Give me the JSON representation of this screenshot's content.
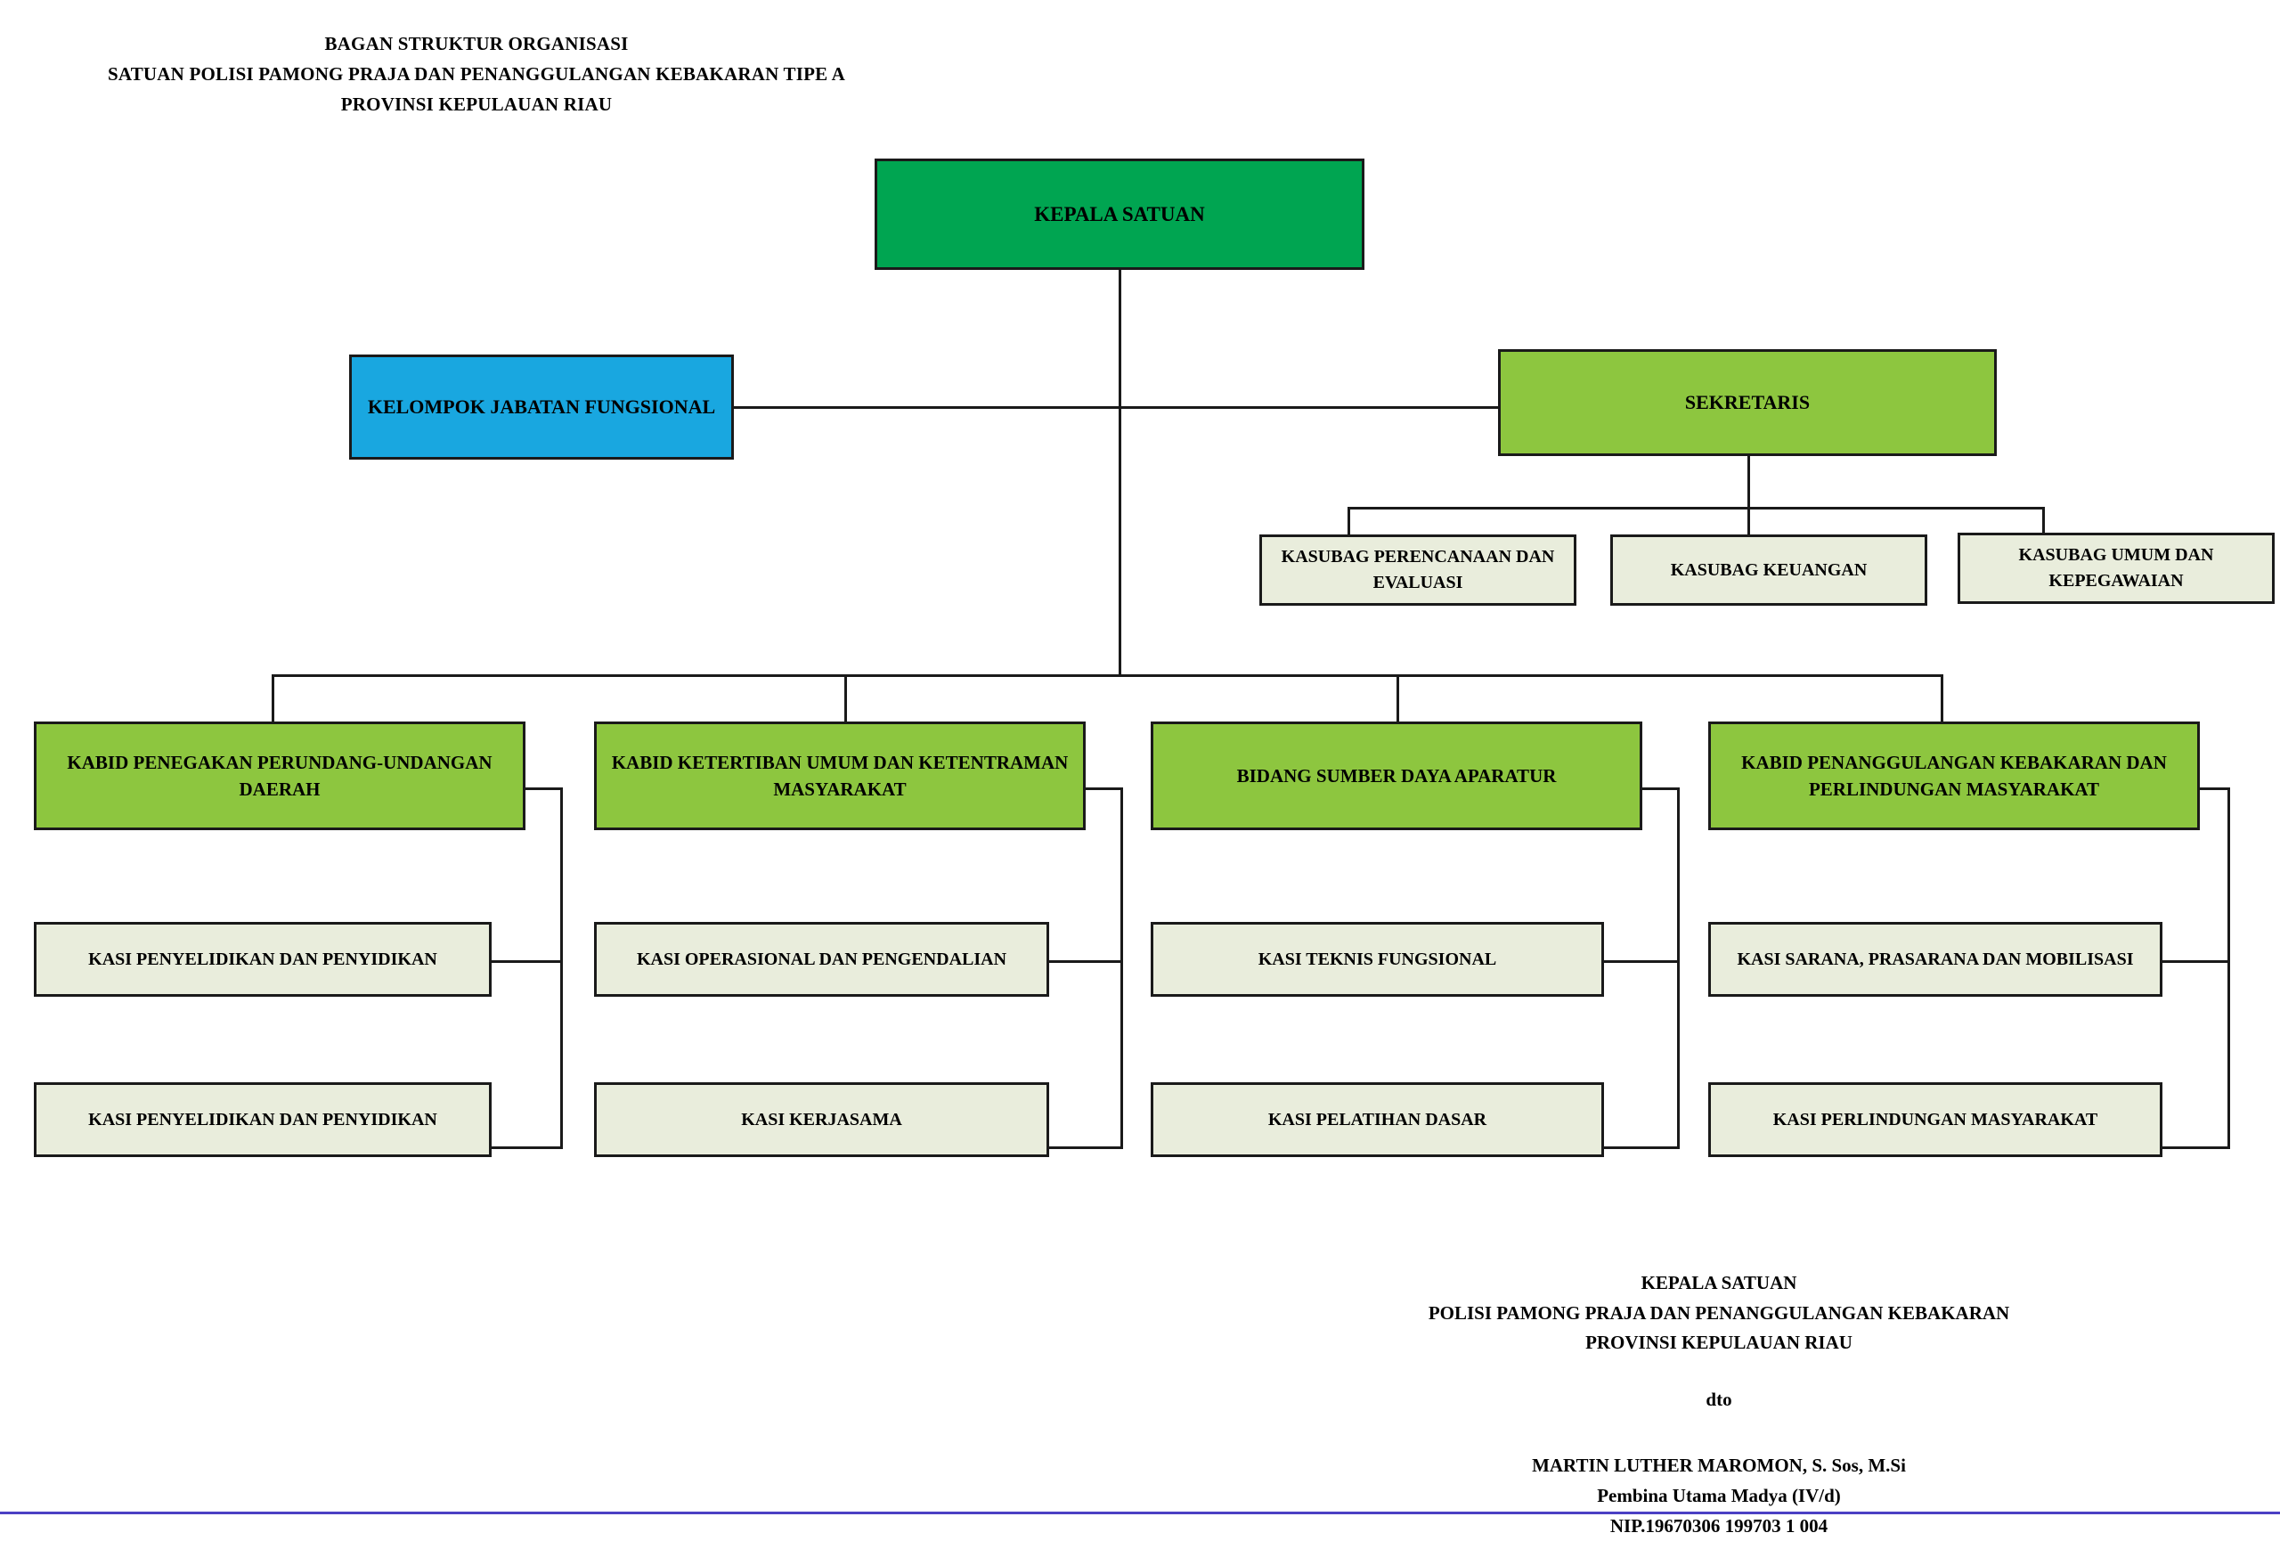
{
  "document": {
    "title_lines": [
      "BAGAN STRUKTUR ORGANISASI",
      "SATUAN POLISI PAMONG PRAJA DAN PENANGGULANGAN KEBAKARAN TIPE A",
      "PROVINSI KEPULAUAN RIAU"
    ]
  },
  "colors": {
    "head_unit": "#00A551",
    "functional_group": "#19A7E0",
    "secretariat": "#8DC63F",
    "division": "#8DC63F",
    "subsection": "#E9EDDC",
    "border": "#1A1A1A",
    "footer_rule": "#4B40C4",
    "page_background": "#FFFFFF"
  },
  "org_chart": {
    "type": "organization-chart",
    "head": {
      "label": "KEPALA SATUAN",
      "level": 1
    },
    "functional_group": {
      "label": "KELOMPOK JABATAN FUNGSIONAL",
      "level": 2
    },
    "secretariat": {
      "label": "SEKRETARIS",
      "level": 2
    },
    "subsections": [
      {
        "label": "KASUBAG PERENCANAAN DAN EVALUASI",
        "parent": "SEKRETARIS"
      },
      {
        "label": "KASUBAG KEUANGAN",
        "parent": "SEKRETARIS"
      },
      {
        "label": "KASUBAG UMUM DAN KEPEGAWAIAN",
        "parent": "SEKRETARIS"
      }
    ],
    "divisions": [
      {
        "label": "KABID PENEGAKAN PERUNDANG-UNDANGAN DAERAH",
        "sections": [
          "KASI PENYELIDIKAN DAN PENYIDIKAN",
          "KASI PENYELIDIKAN DAN PENYIDIKAN"
        ]
      },
      {
        "label": "KABID KETERTIBAN UMUM DAN KETENTRAMAN MASYARAKAT",
        "sections": [
          "KASI OPERASIONAL DAN PENGENDALIAN",
          "KASI KERJASAMA"
        ]
      },
      {
        "label": "BIDANG SUMBER DAYA APARATUR",
        "sections": [
          "KASI TEKNIS FUNGSIONAL",
          "KASI PELATIHAN DASAR"
        ]
      },
      {
        "label": "KABID PENANGGULANGAN KEBAKARAN DAN PERLINDUNGAN MASYARAKAT",
        "sections": [
          "KASI SARANA, PRASARANA DAN MOBILISASI",
          "KASI PERLINDUNGAN MASYARAKAT"
        ]
      }
    ]
  },
  "signature": {
    "org_lines": [
      "KEPALA SATUAN",
      "POLISI PAMONG PRAJA DAN PENANGGULANGAN KEBAKARAN",
      "PROVINSI KEPULAUAN RIAU"
    ],
    "dto": "dto",
    "name": "MARTIN LUTHER MAROMON, S. Sos, M.Si",
    "rank": "Pembina Utama Madya (IV/d)",
    "nip": "NIP.19670306 199703 1 004"
  }
}
